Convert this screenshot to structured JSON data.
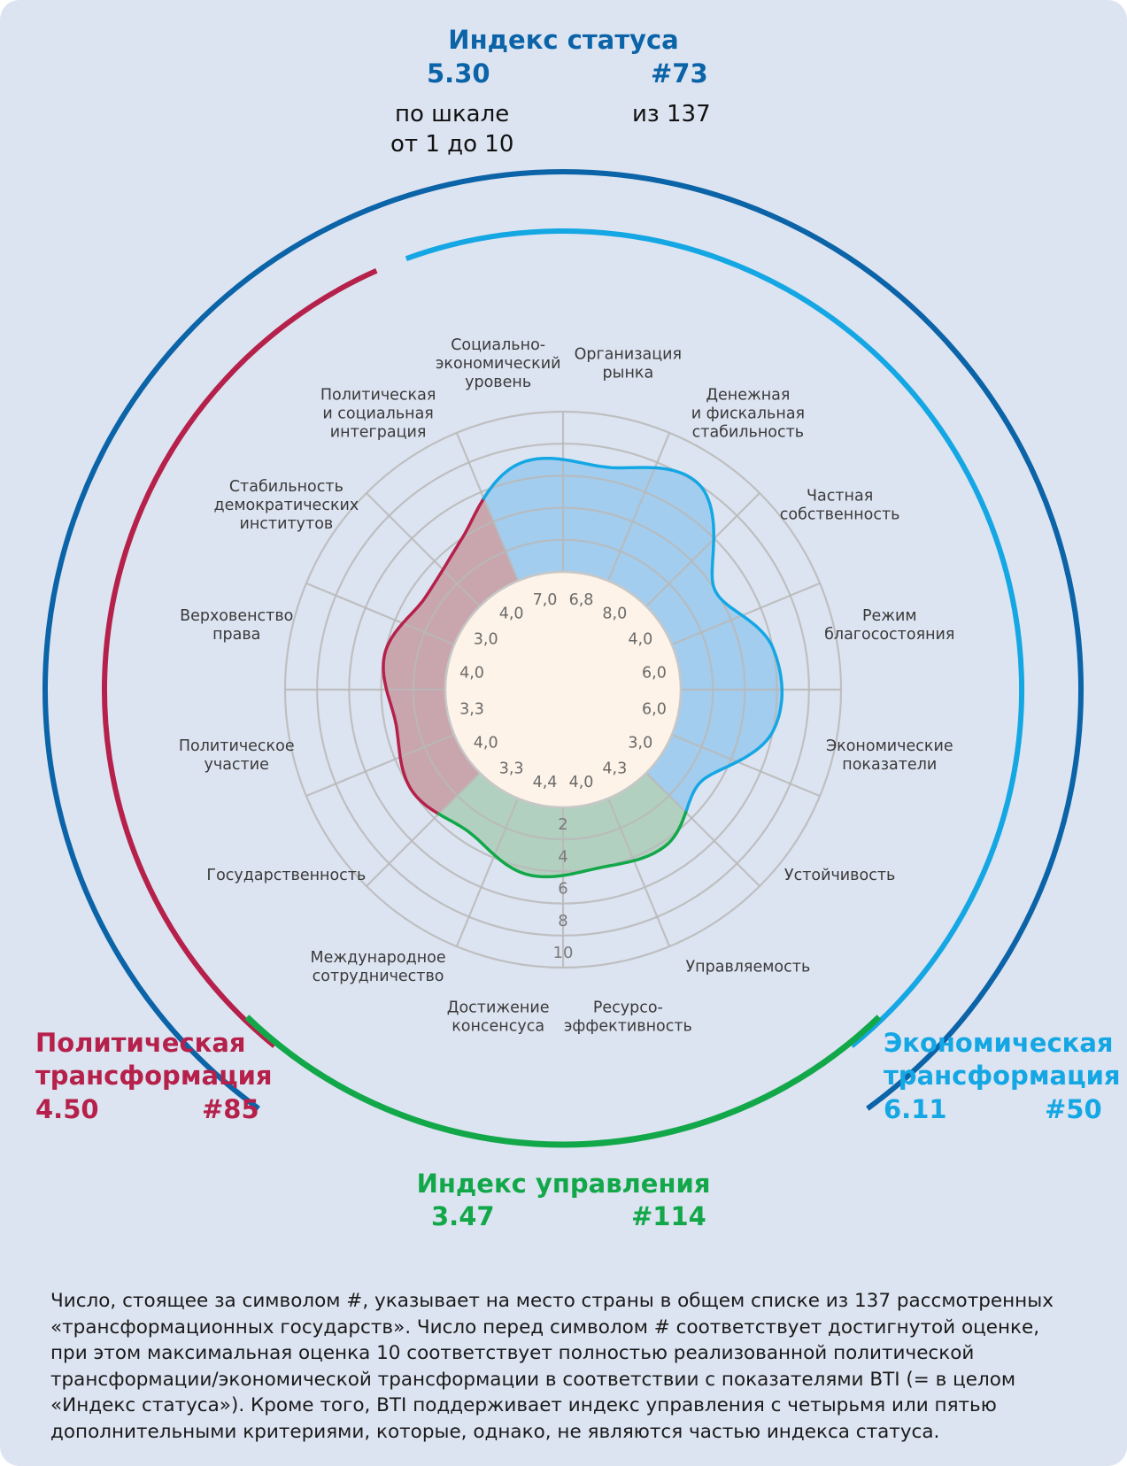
{
  "colors": {
    "status_dark_blue": "#0b63a8",
    "economic_light_blue": "#14a7e4",
    "political_red": "#b5214a",
    "governance_green": "#12a84a",
    "background": "#dde4f1",
    "inner_circle": "#fdf3e8",
    "political_fill": "#c9a5ae",
    "economic_fill": "#a3cdee",
    "governance_fill": "#b2d0bf",
    "grid": "#b9b9b9",
    "value_text": "#6a6a6a",
    "label_text": "#3a3a3a"
  },
  "status_index": {
    "title": "Индекс статуса",
    "score": "5.30",
    "rank": "#73",
    "scale_line1": "по шкале",
    "scale_line2": "от 1 до 10",
    "out_of": "из 137"
  },
  "political": {
    "title_line1": "Политическая",
    "title_line2": "трансформация",
    "score": "4.50",
    "rank": "#85"
  },
  "economic": {
    "title_line1": "Экономическая",
    "title_line2": "трансформация",
    "score": "6.11",
    "rank": "#50"
  },
  "governance": {
    "title": "Индекс управления",
    "score": "3.47",
    "rank": "#114"
  },
  "chart_data": {
    "type": "radar",
    "title": "Индекс статуса / Индекс управления (BTI)",
    "scale": [
      0,
      10
    ],
    "ring_ticks": [
      "2",
      "4",
      "6",
      "8",
      "10"
    ],
    "grid": true,
    "direction": "clockwise, first criterion just left of top",
    "criteria": [
      {
        "label": [
          "Социально-",
          "экономический",
          "уровень"
        ],
        "value": 7.0,
        "value_label": "7,0",
        "group": "economic"
      },
      {
        "label": [
          "Организация",
          "рынка"
        ],
        "value": 6.8,
        "value_label": "6,8",
        "group": "economic"
      },
      {
        "label": [
          "Денежная",
          "и фискальная",
          "стабильность"
        ],
        "value": 8.0,
        "value_label": "8,0",
        "group": "economic"
      },
      {
        "label": [
          "Частная",
          "собственность"
        ],
        "value": 4.0,
        "value_label": "4,0",
        "group": "economic"
      },
      {
        "label": [
          "Режим",
          "благосостояния"
        ],
        "value": 6.0,
        "value_label": "6,0",
        "group": "economic"
      },
      {
        "label": [
          "Экономические",
          "показатели"
        ],
        "value": 6.0,
        "value_label": "6,0",
        "group": "economic"
      },
      {
        "label": [
          "Устойчивость"
        ],
        "value": 3.0,
        "value_label": "3,0",
        "group": "economic"
      },
      {
        "label": [
          "Управляемость"
        ],
        "value": 4.3,
        "value_label": "4,3",
        "group": "governance"
      },
      {
        "label": [
          "Ресурсо-",
          "эффективность"
        ],
        "value": 4.0,
        "value_label": "4,0",
        "group": "governance"
      },
      {
        "label": [
          "Достижение",
          "консенсуса"
        ],
        "value": 4.4,
        "value_label": "4,4",
        "group": "governance"
      },
      {
        "label": [
          "Международное",
          "сотрудничество"
        ],
        "value": 3.3,
        "value_label": "3,3",
        "group": "governance"
      },
      {
        "label": [
          "Государственность"
        ],
        "value": 4.0,
        "value_label": "4,0",
        "group": "political"
      },
      {
        "label": [
          "Политическое",
          "участие"
        ],
        "value": 3.3,
        "value_label": "3,3",
        "group": "political"
      },
      {
        "label": [
          "Верховенство",
          "права"
        ],
        "value": 4.0,
        "value_label": "4,0",
        "group": "political"
      },
      {
        "label": [
          "Стабильность",
          "демократических",
          "институтов"
        ],
        "value": 3.0,
        "value_label": "3,0",
        "group": "political"
      },
      {
        "label": [
          "Политическая",
          "и социальная",
          "интеграция"
        ],
        "value": 4.0,
        "value_label": "4,0",
        "group": "political"
      }
    ],
    "series": [
      {
        "name": "Политическая трансформация",
        "group": "political"
      },
      {
        "name": "Экономическая трансформация",
        "group": "economic"
      },
      {
        "name": "Индекс управления",
        "group": "governance"
      }
    ]
  },
  "footnote": [
    "Число, стоящее за символом #, указывает на место страны в общем списке из 137 рассмотренных",
    "«трансформационных государств». Число перед символом # соответствует достигнутой оценке,",
    "при этом максимальная оценка 10 соответствует полностью реализованной политической",
    "трансформации/экономической трансформации в соответствии с показателями BTI (= в целом",
    "«Индекс статуса»). Кроме того, BTI поддерживает индекс управления с четырьмя или пятью",
    "дополнительными критериями, которые, однако, не являются частью индекса статуса."
  ]
}
